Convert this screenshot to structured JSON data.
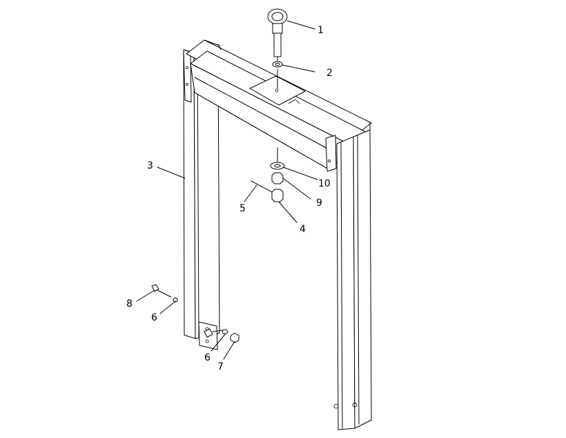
{
  "callouts": [
    {
      "id": "c1",
      "label": "1"
    },
    {
      "id": "c2",
      "label": "2"
    },
    {
      "id": "c3",
      "label": "3"
    },
    {
      "id": "c4",
      "label": "4"
    },
    {
      "id": "c5",
      "label": "5"
    },
    {
      "id": "c6a",
      "label": "6"
    },
    {
      "id": "c6b",
      "label": "6"
    },
    {
      "id": "c7",
      "label": "7"
    },
    {
      "id": "c8",
      "label": "8"
    },
    {
      "id": "c9",
      "label": "9"
    },
    {
      "id": "c10",
      "label": "10"
    }
  ]
}
